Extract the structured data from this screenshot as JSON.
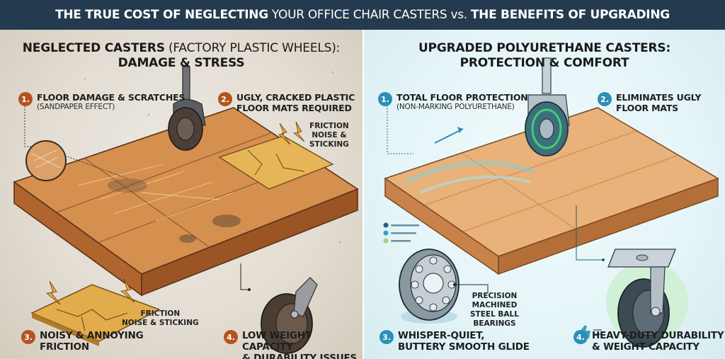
{
  "header": {
    "title_part1": "THE TRUE COST OF NEGLECTING",
    "title_part2": "YOUR OFFICE CHAIR CASTERS vs.",
    "title_part3": "THE BENEFITS OF UPGRADING",
    "background": "#243a4e"
  },
  "left_panel": {
    "title_bold": "NEGLECTED CASTERS",
    "title_light": "(FACTORY PLASTIC WHEELS):",
    "subtitle": "DAMAGE & STRESS",
    "accent": "#b4531f",
    "points": [
      {
        "number": "1.",
        "title": "FLOOR DAMAGE & SCRATCHES",
        "detail": "(SANDPAPER EFFECT)"
      },
      {
        "number": "2.",
        "title": "UGLY, CRACKED PLASTIC",
        "detail": "FLOOR MATS REQUIRED"
      },
      {
        "number": "3.",
        "title": "NOISY & ANNOYING",
        "detail": "FRICTION"
      },
      {
        "number": "4.",
        "title": "LOW WEIGHT CAPACITY",
        "detail": "& DURABILITY ISSUES"
      }
    ],
    "callouts": {
      "friction_top": [
        "FRICTION",
        "NOISE &",
        "STICKING"
      ],
      "friction_bottom": [
        "FRICTION",
        "NOISE & STICKING"
      ]
    }
  },
  "right_panel": {
    "title_line1": "UPGRADED POLYURETHANE CASTERS:",
    "title_line2": "PROTECTION & COMFORT",
    "accent": "#2a90b8",
    "points": [
      {
        "number": "1.",
        "title": "TOTAL FLOOR PROTECTION",
        "detail": "(NON-MARKING POLYURETHANE)"
      },
      {
        "number": "2.",
        "title": "ELIMINATES UGLY",
        "detail": "FLOOR MATS"
      },
      {
        "number": "3.",
        "title": "WHISPER-QUIET,",
        "detail": "BUTTERY SMOOTH GLIDE"
      },
      {
        "number": "4.",
        "title": "HEAVY-DUTY DURABILITY",
        "detail": "& WEIGHT CAPACITY"
      }
    ],
    "callouts": {
      "bearings": [
        "PRECISION",
        "MACHINED",
        "STEEL BALL",
        "BEARINGS"
      ]
    }
  }
}
